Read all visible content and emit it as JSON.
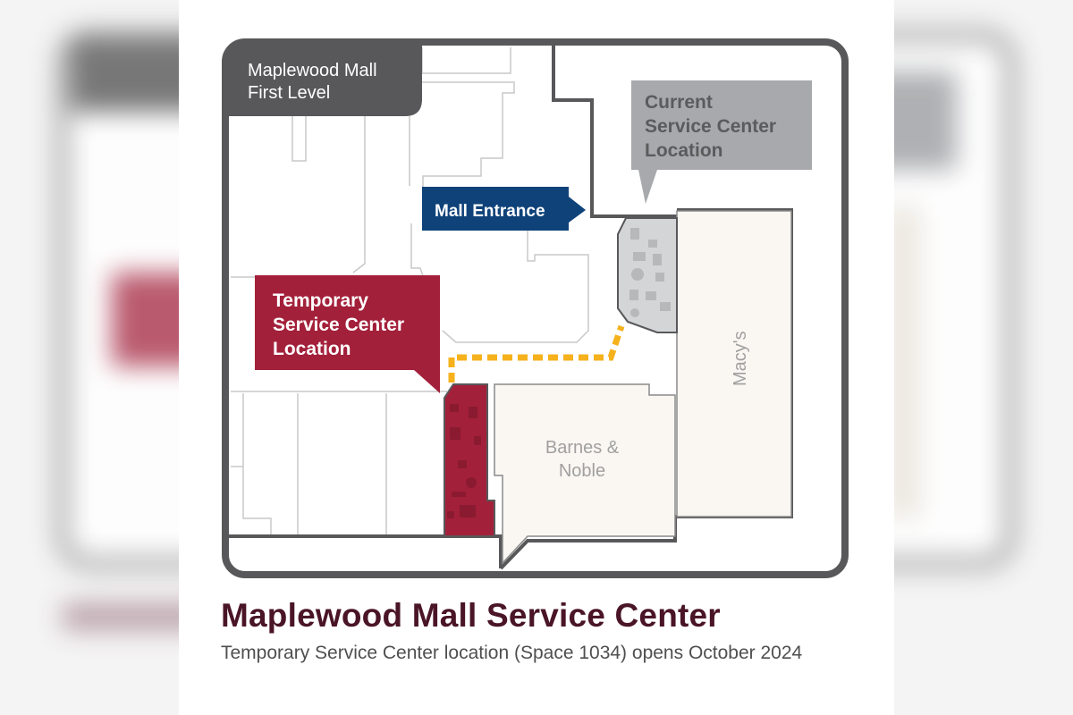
{
  "map": {
    "level_badge": {
      "line1": "Maplewood Mall",
      "line2": "First Level",
      "color": "#58585a"
    },
    "current_callout": {
      "line1": "Current",
      "line2": "Service Center",
      "line3": "Location",
      "color": "#a7a9ac",
      "text_color": "#5b5b5d"
    },
    "temporary_callout": {
      "line1": "Temporary",
      "line2": "Service Center",
      "line3": "Location",
      "color": "#a3203a",
      "text_color": "#ffffff"
    },
    "entrance_label": {
      "text": "Mall Entrance",
      "color": "#0e4279"
    },
    "stores": [
      {
        "name": "Macy's",
        "color": "#faf7f2"
      },
      {
        "name_line1": "Barnes &",
        "name_line2": "Noble",
        "color": "#faf7f2"
      }
    ],
    "route_color": "#f5b21c",
    "wall_color": "#58585a"
  },
  "footer": {
    "title": "Maplewood Mall Service Center",
    "subtitle": "Temporary Service Center location (Space 1034) opens October 2024"
  }
}
